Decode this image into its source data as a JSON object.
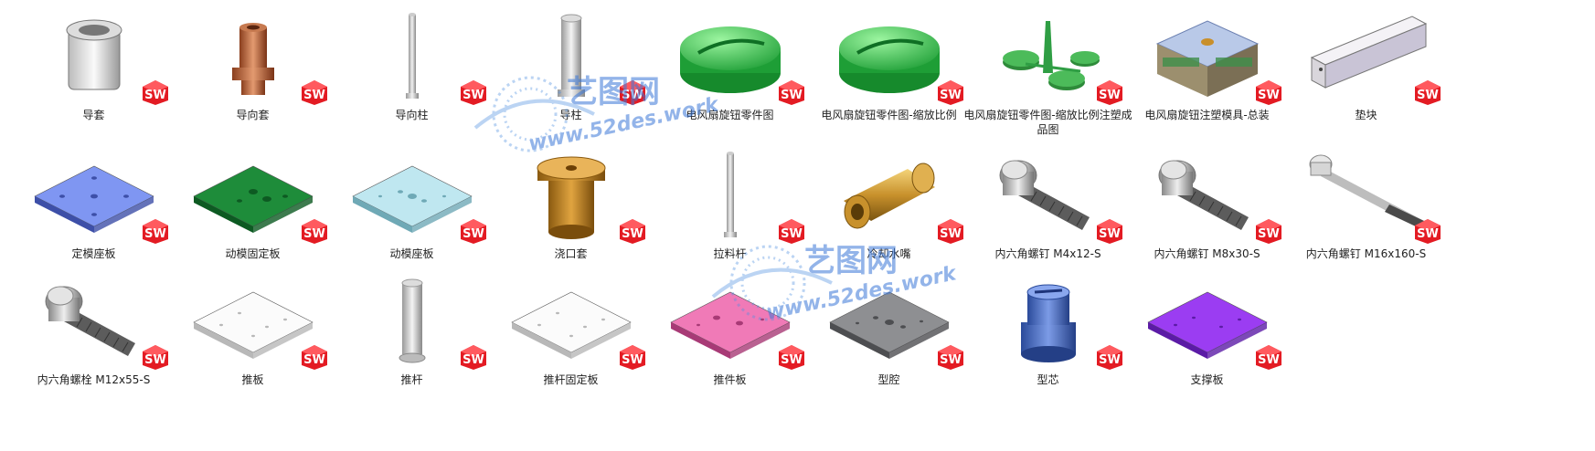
{
  "items": [
    {
      "label": "导套",
      "icon": "guide-bushing"
    },
    {
      "label": "导向套",
      "icon": "copper-sleeve"
    },
    {
      "label": "导向柱",
      "icon": "thin-pin"
    },
    {
      "label": "导柱",
      "icon": "guide-pillar"
    },
    {
      "label": "电风扇旋钮零件图",
      "icon": "green-knob"
    },
    {
      "label": "电风扇旋钮零件图-缩放比例",
      "icon": "green-knob"
    },
    {
      "label": "电风扇旋钮零件图-缩放比例注塑成品图",
      "icon": "knob-runner"
    },
    {
      "label": "电风扇旋钮注塑模具-总装",
      "icon": "mold-assembly"
    },
    {
      "label": "垫块",
      "icon": "spacer-block"
    },
    {
      "label": "定模座板",
      "icon": "plate-blue"
    },
    {
      "label": "动模固定板",
      "icon": "plate-green"
    },
    {
      "label": "动模座板",
      "icon": "plate-cyan"
    },
    {
      "label": "浇口套",
      "icon": "sprue-bushing"
    },
    {
      "label": "拉料杆",
      "icon": "thin-pin"
    },
    {
      "label": "冷却水嘴",
      "icon": "brass-nozzle"
    },
    {
      "label": "内六角螺钉 M4x12-S",
      "icon": "socket-screw"
    },
    {
      "label": "内六角螺钉 M8x30-S",
      "icon": "socket-screw"
    },
    {
      "label": "内六角螺钉 M16x160-S",
      "icon": "long-screw"
    },
    {
      "label": "内六角螺栓 M12x55-S",
      "icon": "socket-screw"
    },
    {
      "label": "推板",
      "icon": "plate-white"
    },
    {
      "label": "推杆",
      "icon": "ejector-pin"
    },
    {
      "label": "推杆固定板",
      "icon": "plate-white"
    },
    {
      "label": "推件板",
      "icon": "plate-pink"
    },
    {
      "label": "型腔",
      "icon": "plate-gray"
    },
    {
      "label": "型芯",
      "icon": "core-blue"
    },
    {
      "label": "支撑板",
      "icon": "plate-purple"
    }
  ],
  "badge_text": "SW",
  "watermark": {
    "brand": "艺图网",
    "url": "www.52des.work"
  },
  "colors": {
    "badge_red": "#e31b23",
    "watermark_blue": "#3b78d8"
  }
}
